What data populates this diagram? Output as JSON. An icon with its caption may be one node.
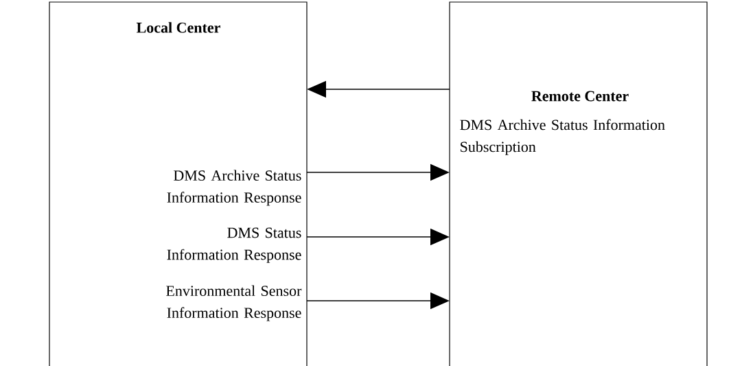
{
  "diagram": {
    "nodes": [
      {
        "text": [
          "Local Center",
          "DMS Archive Status Information Response",
          "DMS Status Information Response",
          "Environmental Sensor Information Response"
        ]
      },
      {
        "text": [
          "Remote Center",
          "DMS Archive Status Information Subscription"
        ]
      }
    ],
    "edges": [
      {
        "from": 1,
        "to": 0,
        "arrow": "to"
      },
      {
        "from": 0,
        "to": 1,
        "arrow": "to"
      },
      {
        "from": 0,
        "to": 1,
        "arrow": "to"
      },
      {
        "from": 0,
        "to": 1,
        "arrow": "to"
      }
    ]
  }
}
